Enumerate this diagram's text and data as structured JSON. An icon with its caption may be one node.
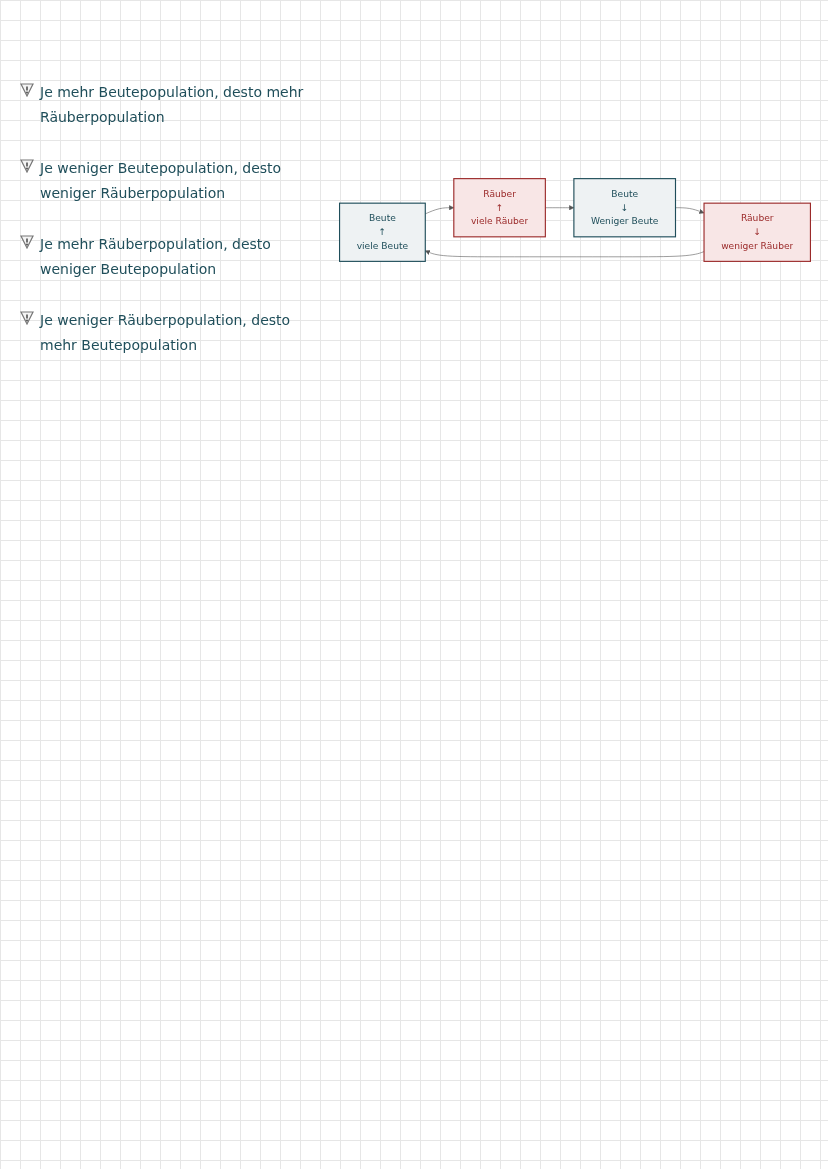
{
  "diagram": {
    "nodes": [
      {
        "text": [
          "Beute",
          "↑",
          "viele Beute"
        ]
      },
      {
        "text": [
          "Räuber",
          "↓",
          "weniger Räuber"
        ]
      },
      {
        "text": [
          "Räuber",
          "↑",
          "viele Räuber"
        ]
      },
      {
        "text": [
          "Beute",
          "↓",
          "Weniger Beute"
        ]
      }
    ],
    "edges": [
      {
        "from": 0,
        "to": 2,
        "arrow": "to"
      },
      {
        "from": 2,
        "to": 3,
        "arrow": "to"
      },
      {
        "from": 3,
        "to": 1,
        "arrow": "to"
      },
      {
        "from": 1,
        "to": 0,
        "arrow": "to"
      }
    ],
    "labels": [
      "Je mehr Beutepopulation, desto mehr Räuberpopulation",
      "Je weniger Beutepopulation, desto weniger Räuberpopulation",
      "Je mehr Räuberpopulation, desto weniger Beutepopulation",
      "Je weniger Räuberpopulation, desto mehr Beutepopulation"
    ]
  }
}
